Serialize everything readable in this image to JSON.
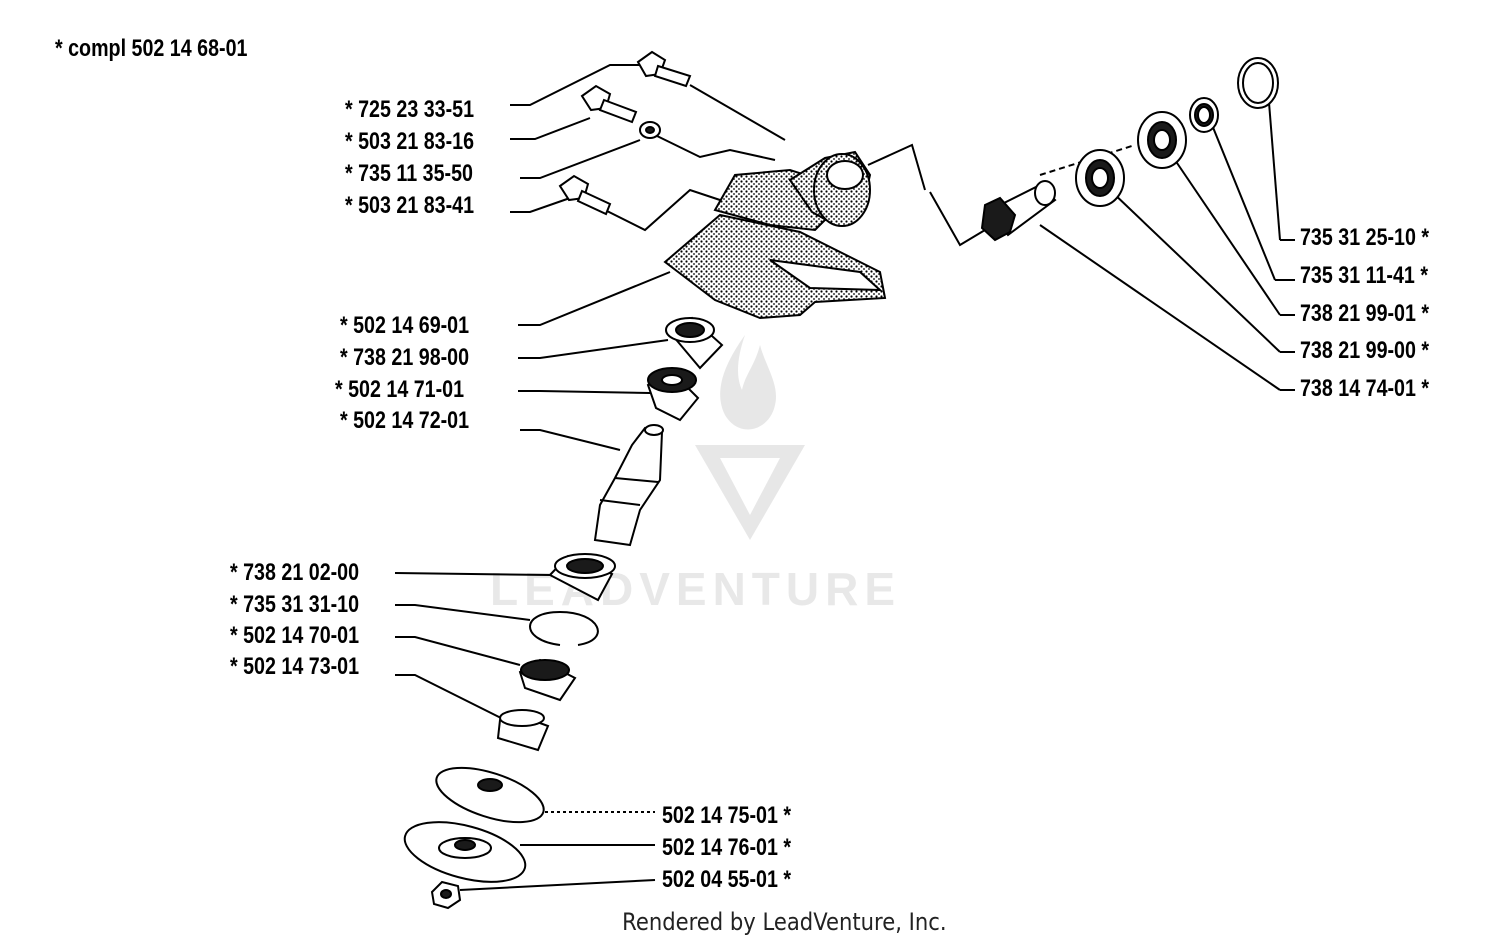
{
  "assembly_note": "*  compl 502 14 68-01",
  "parts": {
    "p725_23_33_51": "*  725 23 33-51",
    "p503_21_83_16": "*  503 21 83-16",
    "p735_11_35_50": "*  735 11 35-50",
    "p503_21_83_41": "*  503 21 83-41",
    "p502_14_69_01": "*  502 14 69-01",
    "p738_21_98_00": "*  738 21 98-00",
    "p502_14_71_01": "*  502 14 71-01",
    "p502_14_72_01": "*  502 14 72-01",
    "p738_21_02_00": "*  738 21 02-00",
    "p735_31_31_10": "*  735 31 31-10",
    "p502_14_70_01": "*  502 14 70-01",
    "p502_14_73_01": "*  502 14 73-01",
    "p735_31_25_10": "735 31 25-10  *",
    "p735_31_11_41": "735 31 11-41  *",
    "p738_21_99_01": "738 21 99-01  *",
    "p738_21_99_00": "738 21 99-00  *",
    "p738_14_74_01": "738 14 74-01  *",
    "p502_14_75_01": "502 14 75-01  *",
    "p502_14_76_01": "502 14 76-01  *",
    "p502_04_55_01": "502 04 55-01  *"
  },
  "watermark": "LEADVENTURE",
  "footer": "Rendered by LeadVenture, Inc."
}
